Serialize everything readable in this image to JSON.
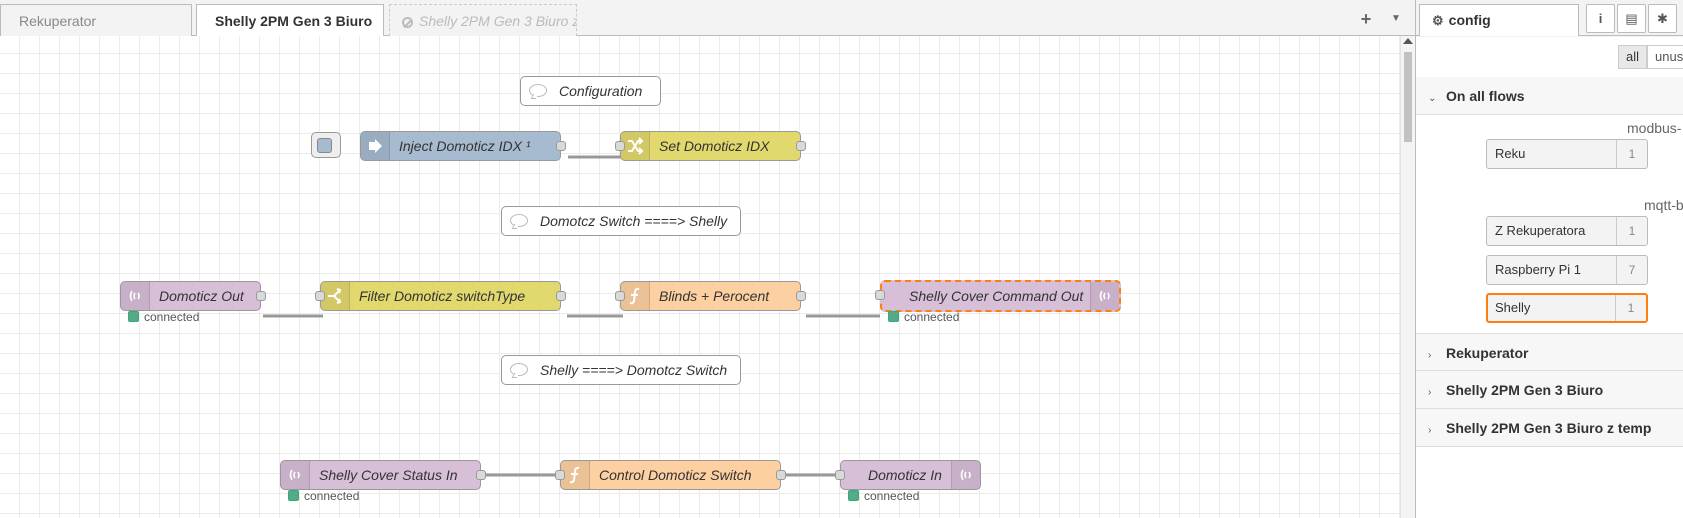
{
  "tabs": {
    "items": [
      {
        "label": "Rekuperator"
      },
      {
        "label": "Shelly 2PM Gen 3 Biuro"
      },
      {
        "label": "Shelly 2PM Gen 3 Biuro z"
      }
    ],
    "add_icon": "plus-icon",
    "menu_icon": "chevron-down-icon"
  },
  "flow": {
    "comments": [
      {
        "label": "Configuration"
      },
      {
        "label": "Domotcz Switch ====> Shelly"
      },
      {
        "label": "Shelly ====> Domotcz Switch"
      }
    ],
    "nodes": {
      "inject": {
        "label": "Inject Domoticz IDX ¹",
        "color": "#a6bbcf",
        "icon": "arrow-right-icon"
      },
      "set_idx": {
        "label": "Set Domoticz IDX",
        "color": "#e2d96e",
        "icon": "shuffle-icon"
      },
      "domoticz_out": {
        "label": "Domoticz Out",
        "color": "#d8bfd8",
        "icon": "signal-icon",
        "status": "connected"
      },
      "filter": {
        "label": "Filter Domoticz switchType",
        "color": "#e2d96e",
        "icon": "switch-icon"
      },
      "blinds": {
        "label": "Blinds + Perocent",
        "color": "#fdd0a2",
        "icon": "function-icon"
      },
      "cover_cmd_out": {
        "label": "Shelly Cover Command Out",
        "color": "#d8bfd8",
        "icon": "signal-icon",
        "status": "connected"
      },
      "cover_status_in": {
        "label": "Shelly Cover Status In",
        "color": "#d8bfd8",
        "icon": "signal-icon",
        "status": "connected"
      },
      "control_switch": {
        "label": "Control Domoticz Switch",
        "color": "#fdd0a2",
        "icon": "function-icon"
      },
      "domoticz_in": {
        "label": "Domoticz In",
        "color": "#d8bfd8",
        "icon": "signal-icon",
        "status": "connected"
      }
    },
    "status_color": "#5a8"
  },
  "sidebar": {
    "tab_label": "config",
    "tab_icon": "gear-icon",
    "buttons": [
      {
        "icon": "info-icon",
        "glyph": "i"
      },
      {
        "icon": "book-icon",
        "glyph": "▤"
      },
      {
        "icon": "bug-icon",
        "glyph": "✱"
      }
    ],
    "filter": {
      "all": "all",
      "unused": "unus"
    },
    "sections": {
      "all_flows": "On all flows",
      "rekuperator": "Rekuperator",
      "biuro": "Shelly 2PM Gen 3 Biuro",
      "biuro_temp": "Shelly 2PM Gen 3 Biuro z temp"
    },
    "categories": {
      "modbus": "modbus-",
      "mqtt": "mqtt-b"
    },
    "configs": [
      {
        "label": "Reku",
        "count": "1"
      },
      {
        "label": "Z Rekuperatora",
        "count": "1"
      },
      {
        "label": "Raspberry Pi 1",
        "count": "7"
      },
      {
        "label": "Shelly",
        "count": "1"
      }
    ],
    "selected_color": "#ff7f0e"
  }
}
